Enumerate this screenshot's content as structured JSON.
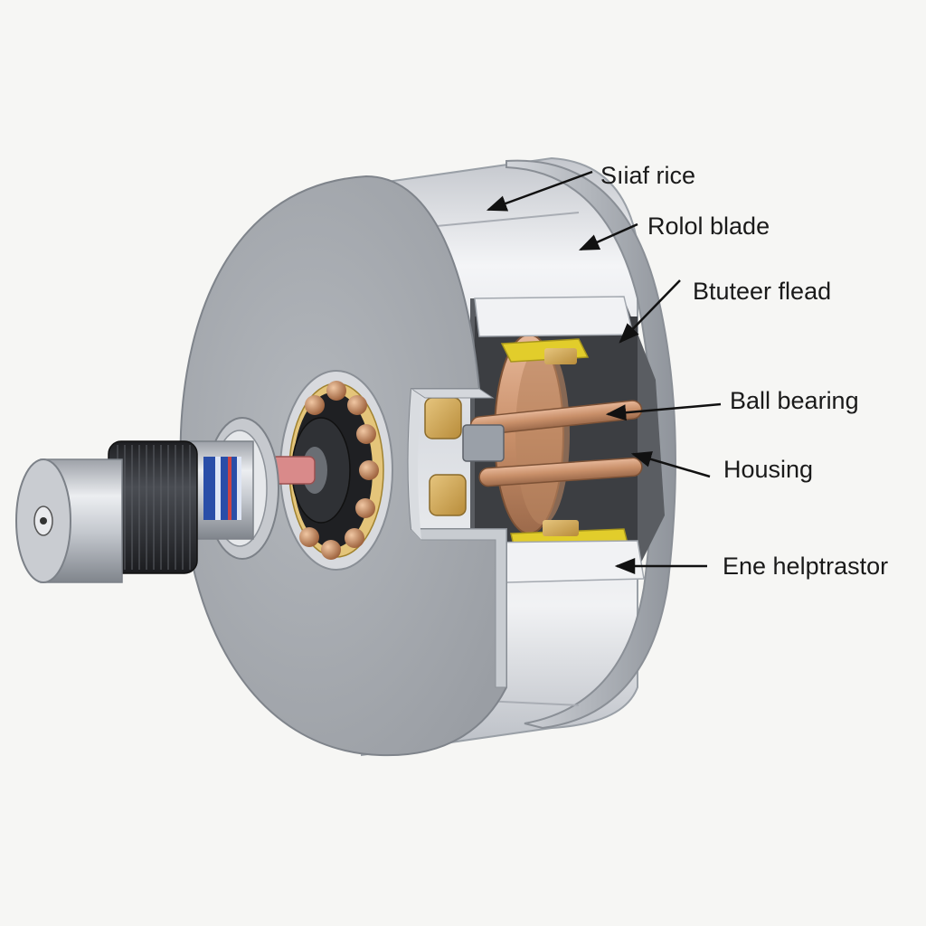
{
  "callouts": [
    {
      "id": "shaft-rice",
      "text": "Sıiaf rice"
    },
    {
      "id": "rotor-blade",
      "text": "Rolol blade"
    },
    {
      "id": "stator-field",
      "text": "Btuteer flead"
    },
    {
      "id": "ball-bearing",
      "text": "Ball bearing"
    },
    {
      "id": "housing",
      "text": "Housing"
    },
    {
      "id": "ene-helptrastor",
      "text": "Ene helptrastor"
    }
  ],
  "colors": {
    "background": "#f6f6f4",
    "face": "#a7abb1",
    "housing_light": "#e6e8ec",
    "housing_dark": "#b8bcc3",
    "brass": "#c8a34f",
    "copper": "#c9906a",
    "yellow_frame": "#e2cd2b",
    "coil_blue": "#2a4ea8",
    "grip": "#2b2d31",
    "arrow": "#111111",
    "label": "#1a1a1a"
  }
}
